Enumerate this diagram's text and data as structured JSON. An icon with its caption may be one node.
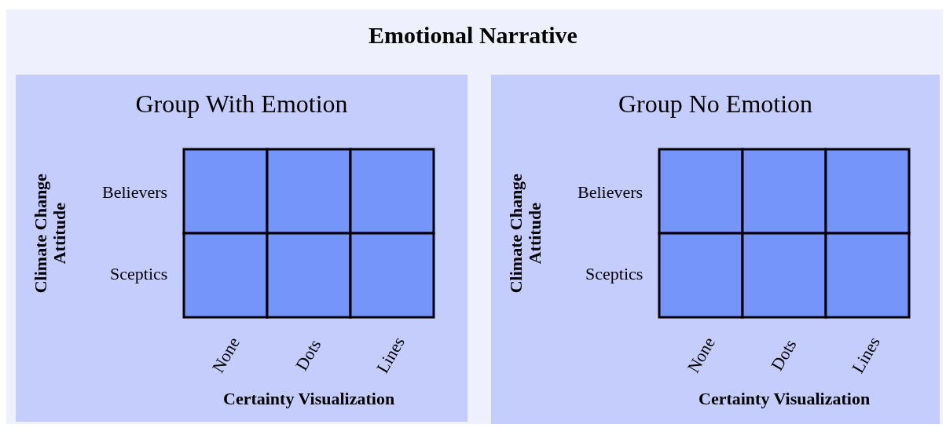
{
  "diagram": {
    "title": "Emotional Narrative",
    "nodes": [
      {
        "text": [
          "Group With Emotion",
          "Climate Change Attitude",
          "Believers",
          "Sceptics",
          "None",
          "Dots",
          "Lines",
          "Certainty Visualization"
        ]
      },
      {
        "text": [
          "Group No Emotion",
          "Climate Change Attitude",
          "Believers",
          "Sceptics",
          "None",
          "Dots",
          "Lines",
          "Certainty Visualization"
        ]
      }
    ]
  }
}
